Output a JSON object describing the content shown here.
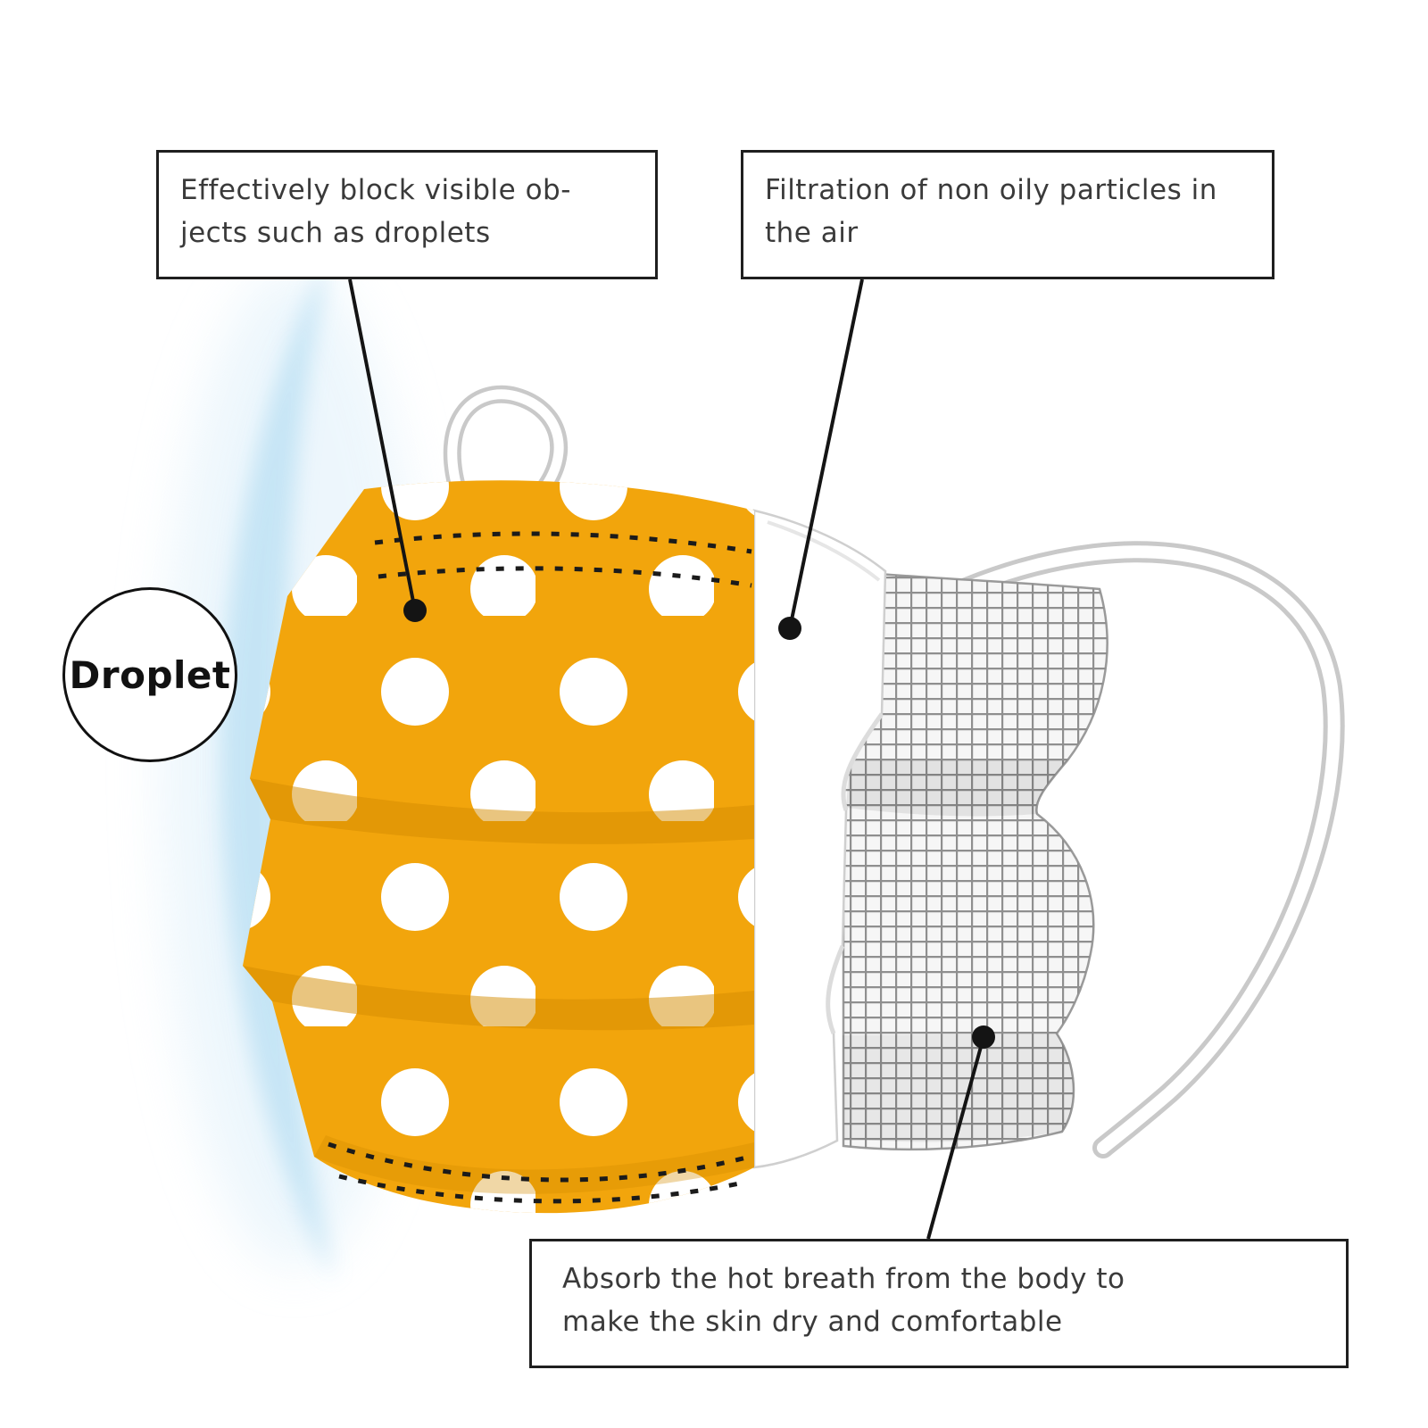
{
  "diagram": {
    "callout_top_left": {
      "line1": "Effectively block visible ob-",
      "line2": "jects such as droplets"
    },
    "callout_top_right": {
      "line1": "Filtration of non oily particles in",
      "line2": "the air"
    },
    "callout_bottom": {
      "line1": "Absorb the hot breath from the body to",
      "line2": "make the skin dry and comfortable"
    },
    "droplet_label": "Droplet",
    "colors": {
      "mask_yellow": "#F2A50C",
      "pleat_shadow": "#D48C00",
      "mesh_line": "#8F8F8F",
      "droplet_glow": "#BFE2F4",
      "line_black": "#141414",
      "loop_outline": "#C9C9C9"
    }
  }
}
